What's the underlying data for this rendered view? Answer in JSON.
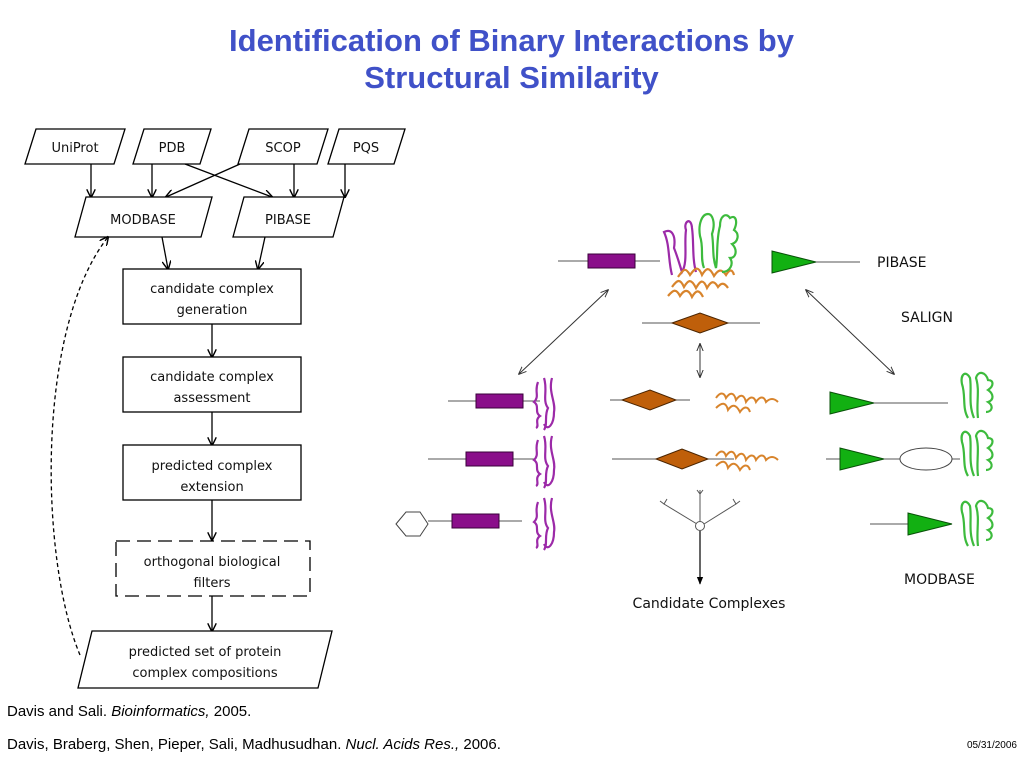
{
  "title": {
    "line1": "Identification of Binary Interactions by",
    "line2": "Structural Similarity"
  },
  "flowchart": {
    "sources": [
      "UniProt",
      "PDB",
      "SCOP",
      "PQS"
    ],
    "databases": [
      "MODBASE",
      "PIBASE"
    ],
    "steps": [
      [
        "candidate complex",
        "generation"
      ],
      [
        "candidate complex",
        "assessment"
      ],
      [
        "predicted complex",
        "extension"
      ]
    ],
    "filter": [
      "orthogonal biological",
      "filters"
    ],
    "output": [
      "predicted set of protein",
      "complex compositions"
    ]
  },
  "schematic": {
    "labels": {
      "pibase": "PIBASE",
      "salign": "SALIGN",
      "modbase": "MODBASE",
      "candidates": "Candidate Complexes"
    },
    "colors": {
      "purple": "#8a0e8a",
      "orange": "#bf5f0a",
      "green": "#12b012",
      "coil_purple": "#9c2aa8",
      "coil_orange": "#d8842c",
      "coil_green": "#3dbb3d"
    }
  },
  "references": [
    {
      "authors": "Davis and Sali. ",
      "journal": "Bioinformatics,",
      "year": " 2005."
    },
    {
      "authors": "Davis, Braberg, Shen, Pieper, Sali, Madhusudhan. ",
      "journal": "Nucl. Acids Res.,",
      "year": " 2006."
    }
  ],
  "date": "05/31/2006"
}
